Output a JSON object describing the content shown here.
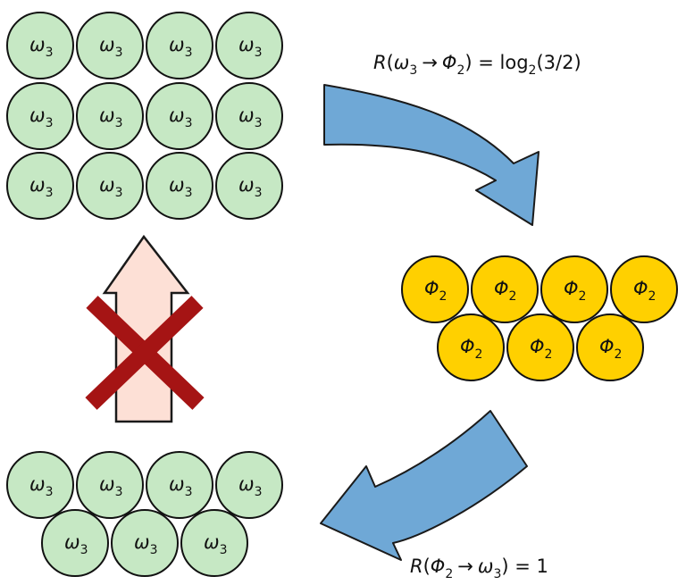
{
  "colors": {
    "omega_fill": "#c6e8c4",
    "phi_fill": "#ffd000",
    "cell_stroke": "#111111",
    "arrow_fill": "#6fa8d6",
    "arrow_stroke": "#1a1a1a",
    "blocked_arrow_fill": "#fde0d6",
    "cross_color": "#a51414"
  },
  "omega_cell": {
    "symbol": "ω",
    "subscript": "3"
  },
  "phi_cell": {
    "symbol": "Φ",
    "subscript": "2"
  },
  "groups": {
    "top_omega": {
      "rows": [
        4,
        4,
        4
      ]
    },
    "middle_phi": {
      "rows": [
        4,
        3
      ]
    },
    "bottom_omega": {
      "rows": [
        4,
        3
      ]
    }
  },
  "formula_top": {
    "r": "R",
    "open": "(",
    "from": "ω",
    "from_sub": "3",
    "arrow": "→",
    "to": "Φ",
    "to_sub": "2",
    "close_eq": ") = log",
    "log_base": "2",
    "value": "(3/2)"
  },
  "formula_bottom": {
    "r": "R",
    "open": "(",
    "from": "Φ",
    "from_sub": "2",
    "arrow": "→",
    "to": "ω",
    "to_sub": "3",
    "close_eq": ") = 1"
  },
  "icons": {
    "top_arrow": "curved-arrow-down-right-icon",
    "bottom_arrow": "curved-arrow-down-left-icon",
    "blocked_arrow": "up-arrow-icon",
    "cross": "cross-icon"
  }
}
